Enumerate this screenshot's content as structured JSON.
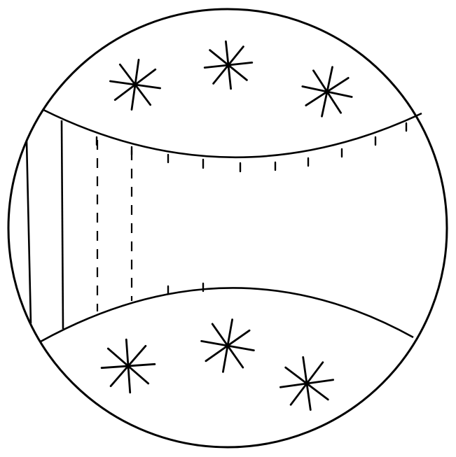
{
  "figure": {
    "stars_top_count": 3,
    "stars_bottom_count": 3,
    "solid_vertical_lines": 2,
    "dashed_vertical_lines": 2,
    "line_color": "#000000",
    "background_color": "#ffffff"
  }
}
